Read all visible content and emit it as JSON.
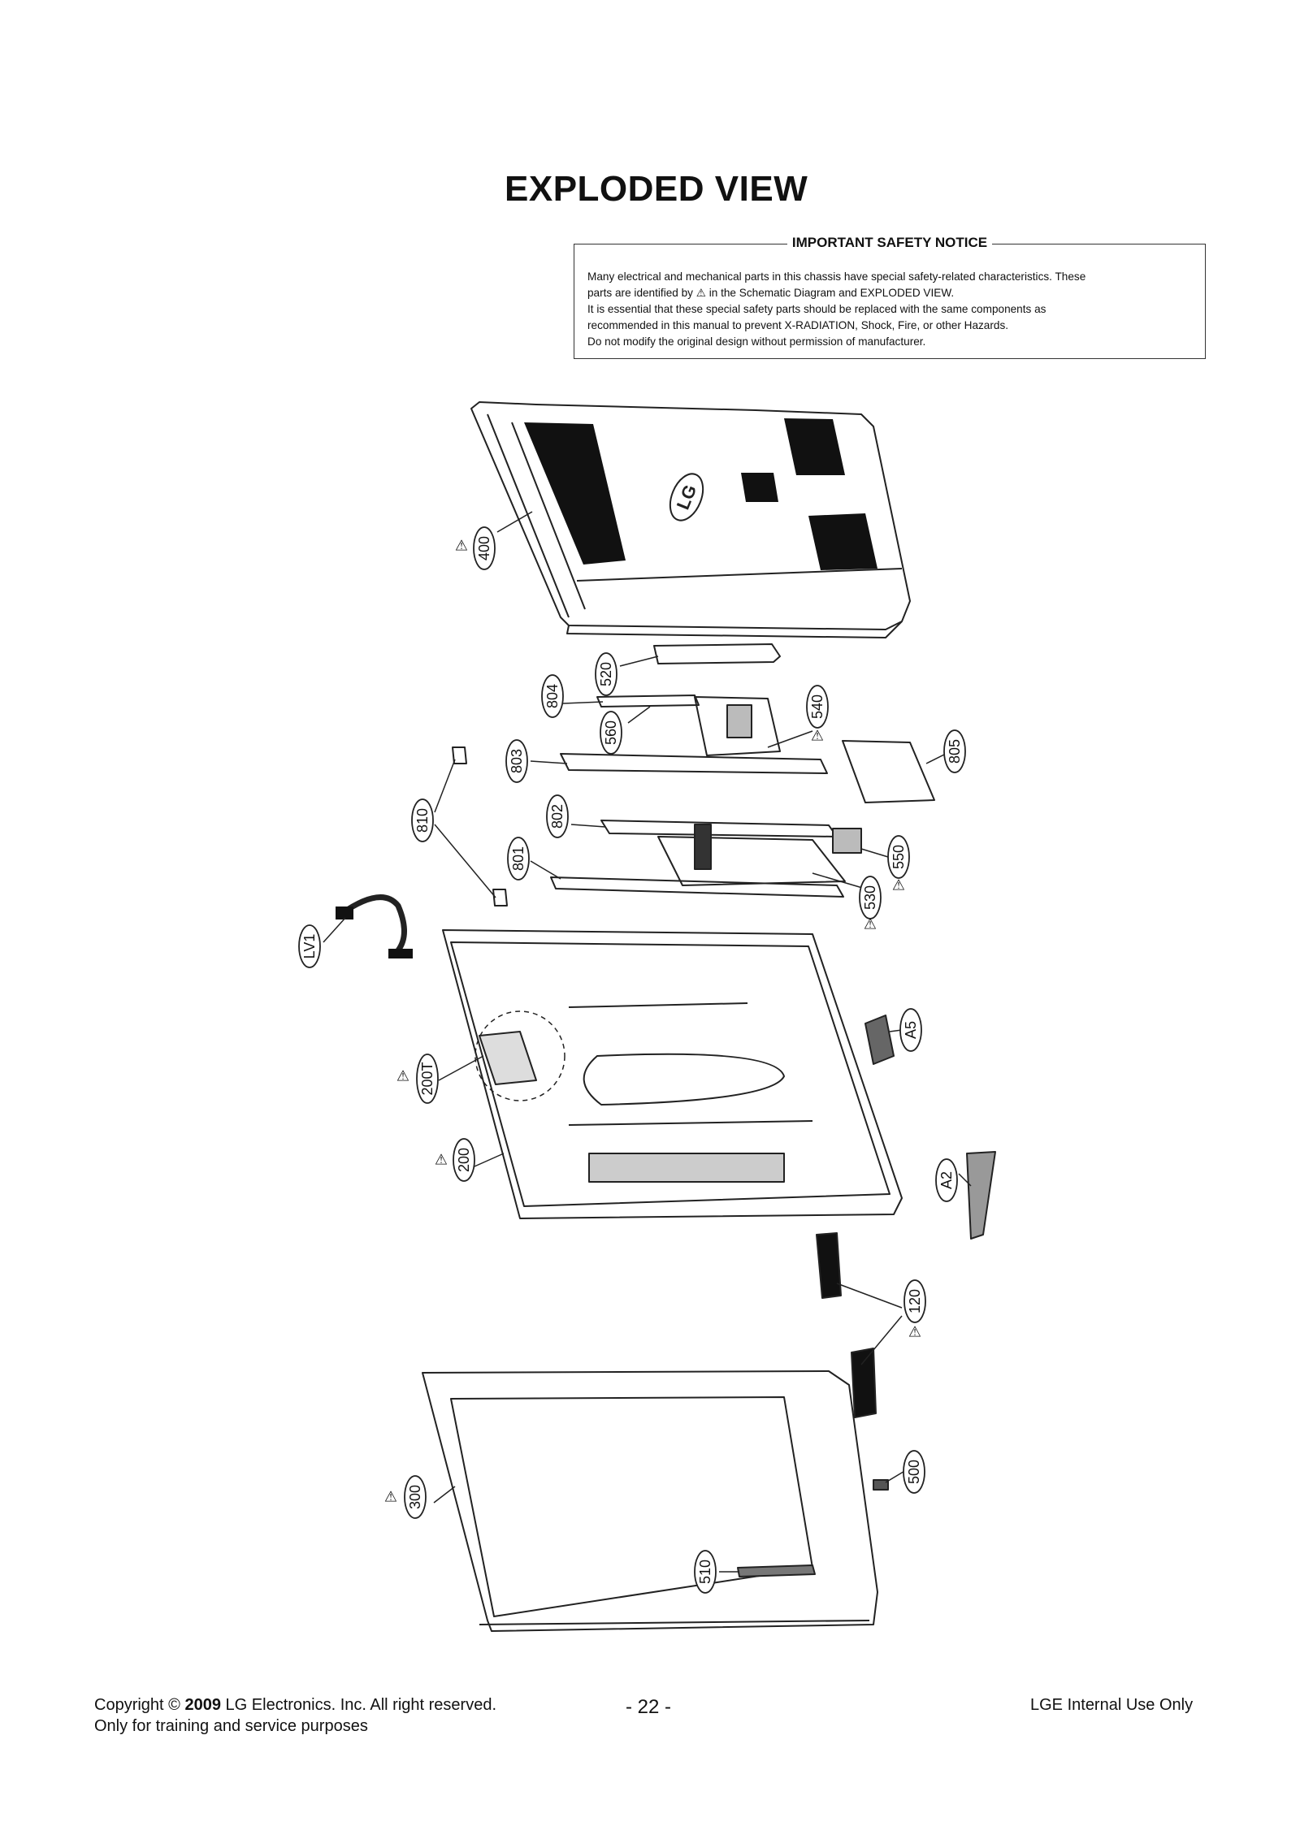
{
  "page": {
    "title": "EXPLODED VIEW",
    "notice": {
      "heading": "IMPORTANT SAFETY NOTICE",
      "line1": "Many electrical and mechanical parts in this chassis have special safety-related characteristics. These",
      "line2a": "parts are identified by",
      "line2b": "in the Schematic Diagram and EXPLODED VIEW.",
      "line3": "It is essential that these special safety parts should be replaced with the same components as",
      "line4": "recommended in this manual to prevent X-RADIATION, Shock, Fire, or other Hazards.",
      "line5": "Do not modify the original design without permission of manufacturer."
    },
    "diagram": {
      "logo_text": "LG",
      "warning_symbol": "⚠",
      "parts": [
        "400",
        "520",
        "804",
        "560",
        "540",
        "803",
        "805",
        "810",
        "802",
        "801",
        "550",
        "530",
        "LV1",
        "A5",
        "200T",
        "200",
        "A2",
        "120",
        "300",
        "500",
        "510"
      ]
    },
    "footer": {
      "copyright_prefix": "Copyright",
      "copyright_symbol": "©",
      "year": "2009",
      "copyright_rest": "LG Electronics. Inc. All right reserved.",
      "line2": "Only for training and service purposes",
      "page_number": "- 22 -",
      "internal": "LGE Internal Use Only"
    }
  }
}
